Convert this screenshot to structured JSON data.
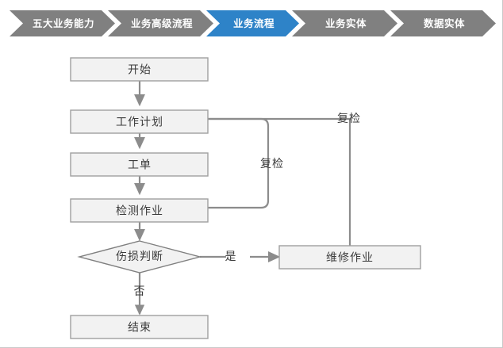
{
  "breadcrumb": {
    "items": [
      {
        "label": "五大业务能力",
        "active": false,
        "color": "#808080"
      },
      {
        "label": "业务高级流程",
        "active": false,
        "color": "#808080"
      },
      {
        "label": "业务流程",
        "active": true,
        "color": "#2e83c8"
      },
      {
        "label": "业务实体",
        "active": false,
        "color": "#808080"
      },
      {
        "label": "数据实体",
        "active": false,
        "color": "#808080"
      }
    ],
    "active_color": "#2e83c8",
    "inactive_color": "#808080",
    "label_color": "#ffffff"
  },
  "flowchart": {
    "node_fill": "#f2f2f2",
    "node_border": "#a0a0a0",
    "edge_color": "#8c8c8c",
    "text_color": "#3b3b3b",
    "nodes": [
      {
        "id": "start",
        "shape": "rect",
        "label": "开始"
      },
      {
        "id": "work_plan",
        "shape": "rect",
        "label": "工作计划"
      },
      {
        "id": "work_order",
        "shape": "rect",
        "label": "工单"
      },
      {
        "id": "inspection",
        "shape": "rect",
        "label": "检测作业"
      },
      {
        "id": "decision",
        "shape": "diamond",
        "label": "伤损判断"
      },
      {
        "id": "repair",
        "shape": "rect",
        "label": "维修作业"
      },
      {
        "id": "end",
        "shape": "rect",
        "label": "结束"
      }
    ],
    "edge_labels": {
      "yes": "是",
      "no": "否",
      "recheck_inner": "复检",
      "recheck_outer": "复检"
    }
  }
}
